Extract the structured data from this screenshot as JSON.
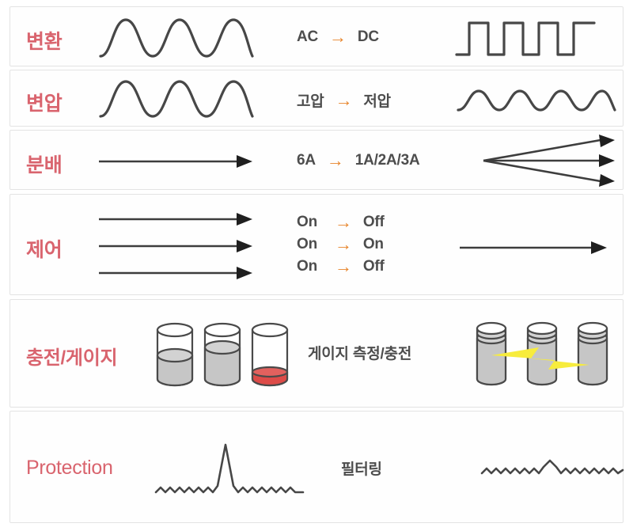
{
  "diagram": {
    "title_rows": [
      {
        "id": "conversion",
        "label": "변환",
        "middle": {
          "from": "AC",
          "arrow": "→",
          "to": "DC"
        },
        "left_icon": "sine-wave-icon",
        "right_icon": "square-wave-icon"
      },
      {
        "id": "transform",
        "label": "변압",
        "middle": {
          "from": "고압",
          "arrow": "→",
          "to": "저압"
        },
        "left_icon": "sine-wave-icon",
        "right_icon": "low-amplitude-sine-wave-icon"
      },
      {
        "id": "distribution",
        "label": "분배",
        "middle": {
          "from": "6A",
          "arrow": "→",
          "to": "1A/2A/3A"
        },
        "left_icon": "single-arrow-icon",
        "right_icon": "fan-out-arrows-icon"
      },
      {
        "id": "control",
        "label": "제어",
        "middle_rows": [
          {
            "from": "On",
            "arrow": "→",
            "to": "Off"
          },
          {
            "from": "On",
            "arrow": "→",
            "to": "On"
          },
          {
            "from": "On",
            "arrow": "→",
            "to": "Off"
          }
        ],
        "left_icon": "triple-arrow-icon",
        "right_icon": "single-arrow-icon"
      },
      {
        "id": "charge-gauge",
        "label": "충전/게이지",
        "middle_text": "게이지 측정/충전",
        "left_icon": "battery-cylinders-icon",
        "right_icon": "charging-cylinders-icon"
      },
      {
        "id": "protection",
        "label": "Protection",
        "middle_text": "필터링",
        "left_icon": "noise-spike-waveform-icon",
        "right_icon": "filtered-ripple-waveform-icon"
      }
    ],
    "colors": {
      "label_red": "#d9646e",
      "arrow_orange": "#e8852b",
      "text_gray": "#4d4d4d",
      "stroke_dark": "#474747",
      "cylinder_gray": "#c6c6c6",
      "cylinder_red": "#dd4b48",
      "bolt_yellow": "#f7ec3c",
      "row_border": "#e3e3e3",
      "background": "#ffffff"
    },
    "gauge_levels": {
      "left_cylinders": [
        {
          "fill": "gray",
          "percent": 48
        },
        {
          "fill": "gray",
          "percent": 63
        },
        {
          "fill": "red",
          "percent": 14
        }
      ],
      "right_cylinders": [
        {
          "fill": "gray",
          "percent": 84
        },
        {
          "fill": "gray",
          "percent": 84
        },
        {
          "fill": "gray",
          "percent": 84
        }
      ]
    }
  }
}
